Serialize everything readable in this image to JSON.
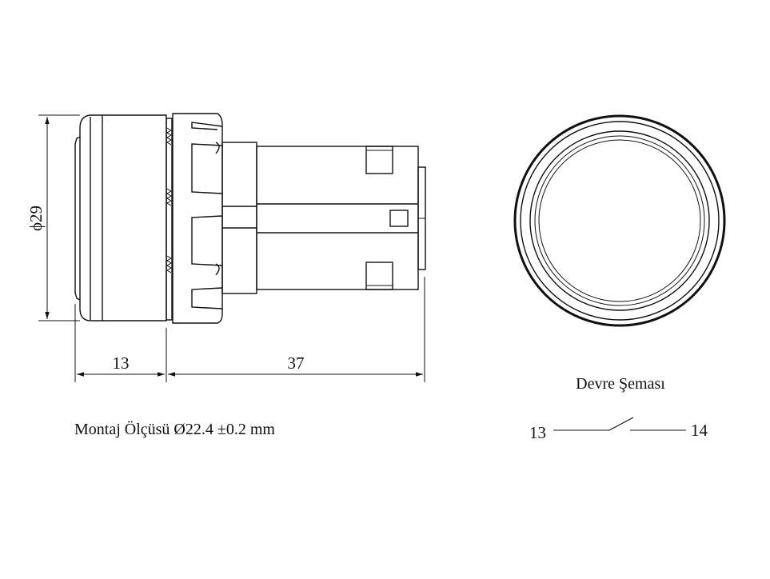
{
  "side_view": {
    "diameter_label": "ϕ29",
    "dim_front": "13",
    "dim_body": "37"
  },
  "mounting_note": "Montaj Ölçüsü Ø22.4 ±0.2 mm",
  "circuit": {
    "title": "Devre Şeması",
    "terminal_left": "13",
    "terminal_right": "14"
  }
}
